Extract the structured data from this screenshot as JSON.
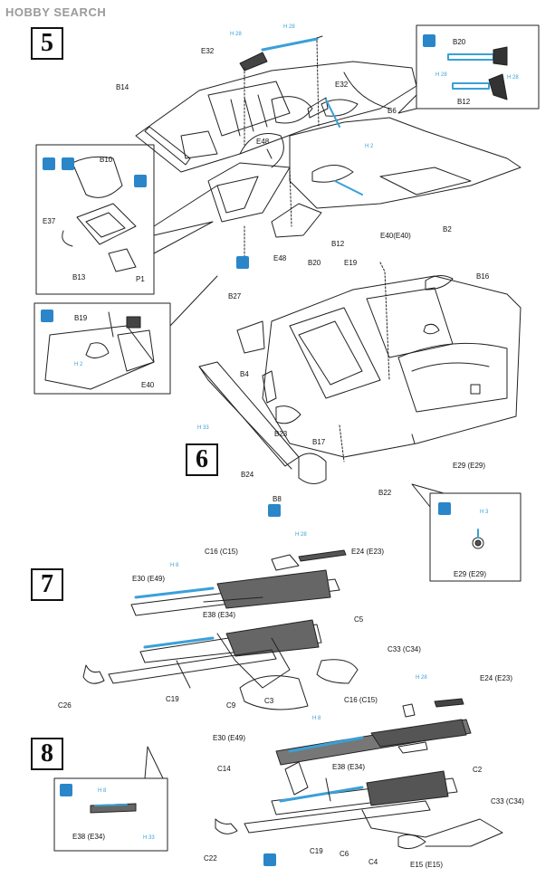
{
  "logo": {
    "brand": "HOBBY SEARCH"
  },
  "steps": {
    "s5": "5",
    "s6": "6",
    "s7": "7",
    "s8": "8"
  },
  "colors": {
    "accent": "#3aa0d8",
    "icon": "#2a86c9",
    "line": "#222222"
  },
  "icons": {
    "paint": "brush-icon",
    "rotate": "rotate-icon",
    "cement": "glue-icon"
  },
  "paint_codes": {
    "p1": "H 28",
    "p2": "H 28",
    "p3": "H 2",
    "p4": "H 28",
    "p5": "H 28",
    "p6": "H 2",
    "p7": "H 33",
    "p8": "H 28",
    "p9": "H 8",
    "p10": "H 3",
    "p11": "H 28",
    "p12": "H 8",
    "p13": "H 8",
    "p14": "H 33"
  },
  "labels": {
    "s5_E32a": "E32",
    "s5_B14": "B14",
    "s5_E32b": "E32",
    "s5_B6": "B6",
    "s5_E48a": "E48",
    "s5_B10": "B10",
    "s5_E37": "E37",
    "s5_B13": "B13",
    "s5_P1": "P1",
    "s5_E48b": "E48",
    "s5_B20": "B20",
    "s5_B12": "B12",
    "s5_E40E40": "E40(E40)",
    "s5_B2": "B2",
    "s5_B19": "B19",
    "s5_E40": "E40",
    "s5_inset_B20": "B20",
    "s5_inset_B12": "B12",
    "s6_E19": "E19",
    "s6_B16": "B16",
    "s6_B27": "B27",
    "s6_B4": "B4",
    "s6_B23": "B23",
    "s6_B17": "B17",
    "s6_B24": "B24",
    "s6_B8": "B8",
    "s6_B22": "B22",
    "s6_E29a": "E29 (E29)",
    "s6_E29b": "E29 (E29)",
    "s7_C16": "C16 (C15)",
    "s7_E24": "E24 (E23)",
    "s7_E30": "E30 (E49)",
    "s7_E38": "E38 (E34)",
    "s7_C5": "C5",
    "s7_C33": "C33 (C34)",
    "s7_C26": "C26",
    "s7_C19": "C19",
    "s7_C9": "C9",
    "s7_C3": "C3",
    "s8_E24": "E24 (E23)",
    "s8_C16": "C16 (C15)",
    "s8_E30": "E30 (E49)",
    "s8_E38": "E38 (E34)",
    "s8_C14": "C14",
    "s8_C2": "C2",
    "s8_C33": "C33 (C34)",
    "s8_E38i": "E38 (E34)",
    "s8_C22": "C22",
    "s8_C19": "C19",
    "s8_C6": "C6",
    "s8_C4": "C4",
    "s8_E15": "E15 (E15)"
  }
}
